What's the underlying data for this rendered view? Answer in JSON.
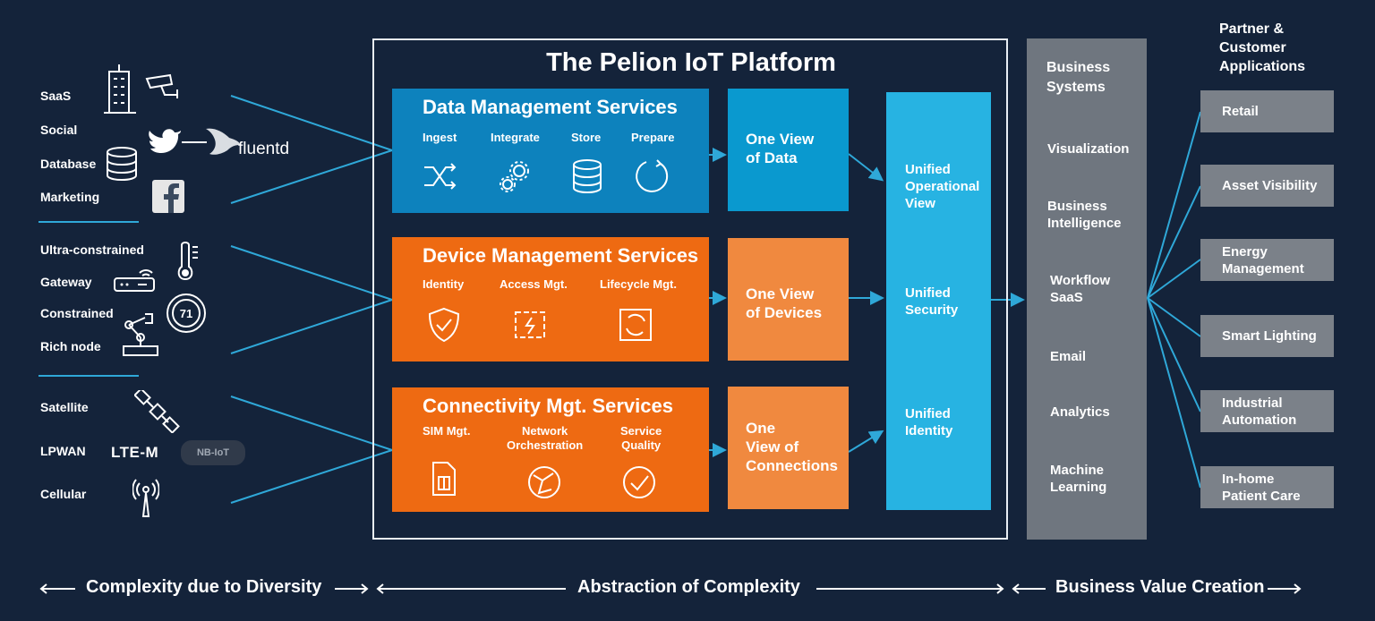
{
  "left_sources": {
    "group1": [
      "SaaS",
      "Social",
      "Database",
      "Marketing"
    ],
    "group2": [
      "Ultra-constrained",
      "Gateway",
      "Constrained",
      "Rich node"
    ],
    "group3": [
      "Satellite",
      "LPWAN",
      "Cellular"
    ],
    "fluentd_text": "fluentd",
    "lte_text": "LTE-M",
    "nbiot_text": "NB-IoT",
    "thermostat_value": "71"
  },
  "platform": {
    "title": "The Pelion IoT Platform",
    "data": {
      "title": "Data Management Services",
      "items": [
        "Ingest",
        "Integrate",
        "Store",
        "Prepare"
      ]
    },
    "device": {
      "title": "Device Management Services",
      "items": [
        "Identity",
        "Access Mgt.",
        "Lifecycle Mgt."
      ]
    },
    "conn": {
      "title": "Connectivity Mgt. Services",
      "items": [
        "SIM Mgt.",
        "Network\nOrchestration",
        "Service\nQuality"
      ]
    },
    "views": [
      [
        "One View",
        "of Data"
      ],
      [
        "One View",
        "of Devices"
      ],
      [
        "One",
        "View of",
        "Connections"
      ]
    ],
    "unified": [
      [
        "Unified",
        "Operational",
        "View"
      ],
      [
        "Unified",
        "Security"
      ],
      [
        "Unified",
        "Identity"
      ]
    ]
  },
  "business": {
    "title": [
      "Business",
      "Systems"
    ],
    "items": [
      [
        "Visualization"
      ],
      [
        "Business",
        "Intelligence"
      ],
      [
        "Workflow",
        "SaaS"
      ],
      [
        "Email"
      ],
      [
        "Analytics"
      ],
      [
        "Machine",
        "Learning"
      ]
    ]
  },
  "partner": {
    "title": [
      "Partner &",
      "Customer",
      "Applications"
    ],
    "cards": [
      [
        "Retail"
      ],
      [
        "Asset Visibility"
      ],
      [
        "Energy",
        "Management"
      ],
      [
        "Smart Lighting"
      ],
      [
        "Industrial",
        "Automation"
      ],
      [
        "In-home",
        "Patient Care"
      ]
    ]
  },
  "footer": {
    "left": "Complexity due to Diversity",
    "middle": "Abstraction of Complexity",
    "right": "Business Value Creation"
  },
  "colors": {
    "background": "#14233a",
    "data_blue": "#0d82bd",
    "data_view": "#0a99cf",
    "device_orange": "#ee6a12",
    "view_orange": "#f0893f",
    "unified_blue": "#27b3e2",
    "business_gray": "#6f767f",
    "card_gray": "#7b8189",
    "line_blue": "#2fa8d8"
  }
}
